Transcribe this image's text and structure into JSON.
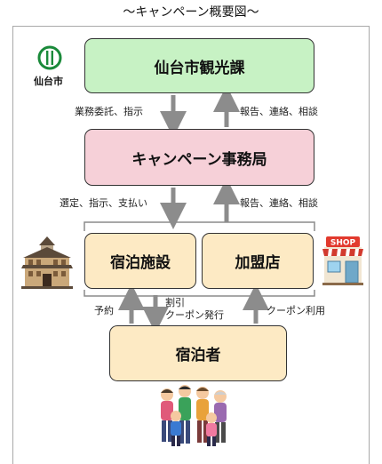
{
  "title": "～キャンペーン概要図～",
  "city_logo_text": "仙台市",
  "boxes": {
    "city": "仙台市観光課",
    "office": "キャンペーン事務局",
    "lodging": "宿泊施設",
    "shop": "加盟店",
    "guest": "宿泊者"
  },
  "labels": {
    "city_to_office": "業務委託、指示",
    "office_to_city": "報告、連絡、相談",
    "office_to_members": "選定、指示、支払い",
    "members_to_office": "報告、連絡、相談",
    "guest_to_lodging": "予約",
    "lodging_to_guest_line1": "割引",
    "lodging_to_guest_line2": "クーポン発行",
    "guest_to_shop": "クーポン利用"
  },
  "shop_sign": "SHOP",
  "icons": [
    "city-emblem-icon",
    "hotel-building-icon",
    "shop-icon",
    "family-group-icon"
  ],
  "colors": {
    "city_box": "#c7f2c4",
    "office_box": "#f6d0d8",
    "member_box": "#fdeac4",
    "arrow": "#8c8c8c"
  }
}
